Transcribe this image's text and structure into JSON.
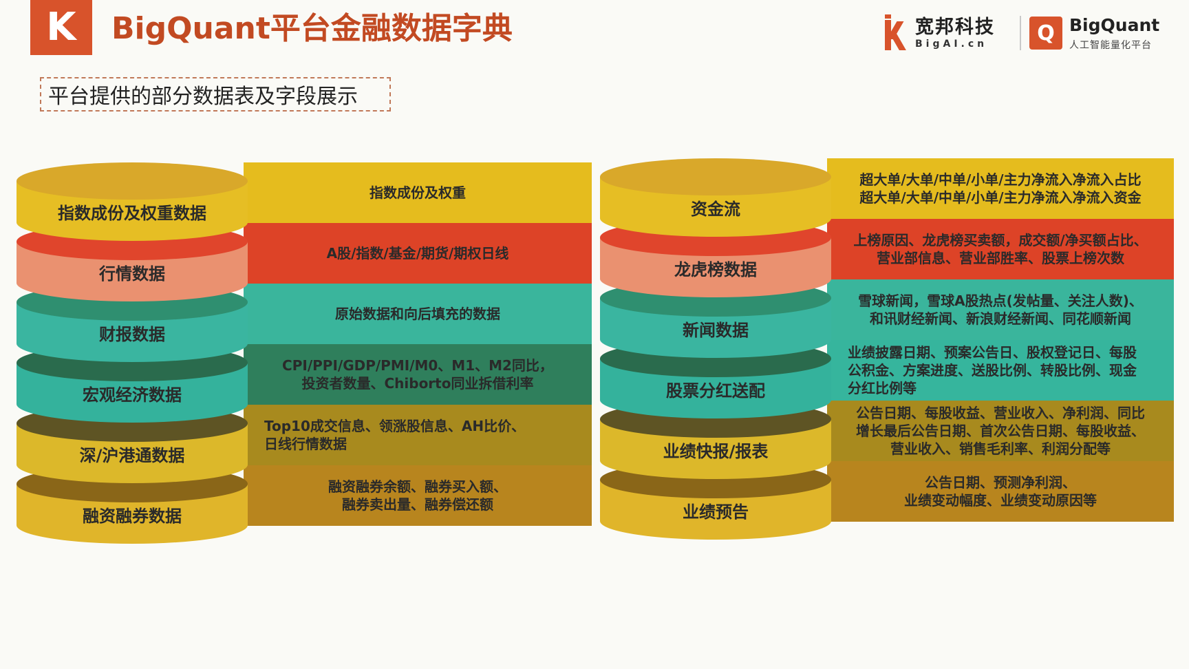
{
  "header": {
    "logo_letter": "K",
    "title": "BigQuant平台金融数据字典",
    "brand_kuanbang": {
      "cn": "宽邦科技",
      "en": "BigAI.cn"
    },
    "brand_bigquant": {
      "icon_letter": "Q",
      "name": "BigQuant",
      "slogan": "人工智能量化平台"
    }
  },
  "subtitle": "平台提供的部分数据表及字段展示",
  "left_stack": [
    {
      "label": "指数成份及权重数据",
      "desc": "指数成份及权重",
      "disk_top": "#d9a82a",
      "disk_body": "#e6be24",
      "band": "#e5bc1e",
      "align": "center"
    },
    {
      "label": "行情数据",
      "desc": "A股/指数/基金/期货/期权日线",
      "disk_top": "#e0452c",
      "disk_body": "#ea9170",
      "band": "#dd4327",
      "align": "center"
    },
    {
      "label": "财报数据",
      "desc": "原始数据和向后填充的数据",
      "disk_top": "#2f8f70",
      "disk_body": "#3ab5a0",
      "band": "#3ab59c",
      "align": "center"
    },
    {
      "label": "宏观经济数据",
      "desc": "CPI/PPI/GDP/PMI/M0、M1、M2同比，\n投资者数量、Chiborto同业拆借利率",
      "disk_top": "#2a6b4d",
      "disk_body": "#34b29c",
      "band": "#2f7f5c",
      "align": "center"
    },
    {
      "label": "深/沪港通数据",
      "desc": "Top10成交信息、领涨股信息、AH比价、\n日线行情数据",
      "disk_top": "#5e5424",
      "disk_body": "#dcb82a",
      "band": "#a88a1e",
      "align": "left"
    },
    {
      "label": "融资融券数据",
      "desc": "融资融券余额、融券买入额、\n融券卖出量、融券偿还额",
      "disk_top": "#8a6618",
      "disk_body": "#e0b52a",
      "band": "#b8851e",
      "align": "center"
    }
  ],
  "right_stack": [
    {
      "label": "资金流",
      "desc": "超大单/大单/中单/小单/主力净流入净流入占比\n超大单/大单/中单/小单/主力净流入净流入资金",
      "disk_top": "#d9a82a",
      "disk_body": "#e6be24",
      "band": "#e5bc1e",
      "align": "center"
    },
    {
      "label": "龙虎榜数据",
      "desc": "上榜原因、龙虎榜买卖额，成交额/净买额占比、\n营业部信息、营业部胜率、股票上榜次数",
      "disk_top": "#e0452c",
      "disk_body": "#ea9170",
      "band": "#dd4327",
      "align": "center"
    },
    {
      "label": "新闻数据",
      "desc": "雪球新闻，雪球A股热点(发帖量、关注人数)、\n和讯财经新闻、新浪财经新闻、同花顺新闻",
      "disk_top": "#2f8f70",
      "disk_body": "#3ab5a0",
      "band": "#3ab59c",
      "align": "center"
    },
    {
      "label": "股票分红送配",
      "desc": "业绩披露日期、预案公告日、股权登记日、每股\n公积金、方案进度、送股比例、转股比例、现金\n分红比例等",
      "disk_top": "#2a6b4d",
      "disk_body": "#34b29c",
      "band": "#36b59d",
      "align": "left"
    },
    {
      "label": "业绩快报/报表",
      "desc": "公告日期、每股收益、营业收入、净利润、同比\n增长最后公告日期、首次公告日期、每股收益、\n营业收入、销售毛利率、利润分配等",
      "disk_top": "#5e5424",
      "disk_body": "#dcb82a",
      "band": "#a88a1e",
      "align": "center"
    },
    {
      "label": "业绩预告",
      "desc": "公告日期、预测净利润、\n业绩变动幅度、业绩变动原因等",
      "disk_top": "#8a6618",
      "disk_body": "#e0b52a",
      "band": "#b8851e",
      "align": "center"
    }
  ]
}
